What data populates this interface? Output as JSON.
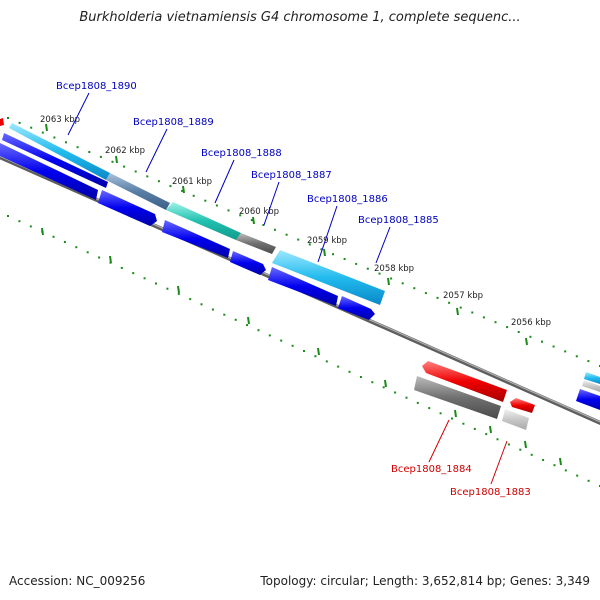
{
  "title": "Burkholderia vietnamiensis G4 chromosome 1, complete sequenc...",
  "footer": {
    "accession": "Accession: NC_009256",
    "summary": "Topology: circular; Length: 3,652,814 bp; Genes: 3,349"
  },
  "ticks": [
    {
      "label": "2063 kbp"
    },
    {
      "label": "2062 kbp"
    },
    {
      "label": "2061 kbp"
    },
    {
      "label": "2060 kbp"
    },
    {
      "label": "2059 kbp"
    },
    {
      "label": "2058 kbp"
    },
    {
      "label": "2057 kbp"
    },
    {
      "label": "2056 kbp"
    }
  ],
  "genes": [
    {
      "label": "Bcep1808_1890",
      "color": "#0000c0"
    },
    {
      "label": "Bcep1808_1889",
      "color": "#0000c0"
    },
    {
      "label": "Bcep1808_1888",
      "color": "#0000c0"
    },
    {
      "label": "Bcep1808_1887",
      "color": "#0000c0"
    },
    {
      "label": "Bcep1808_1886",
      "color": "#0000c0"
    },
    {
      "label": "Bcep1808_1885",
      "color": "#0000c0"
    },
    {
      "label": "Bcep1808_1884",
      "color": "#d00000"
    },
    {
      "label": "Bcep1808_1883",
      "color": "#d00000"
    }
  ],
  "colors": {
    "backbone": "#808080",
    "tick_dots": "#1a8a1a",
    "forward_cds": "#0000ee",
    "reverse_cds": "#ee0000",
    "gene_cyan": "#22bbee",
    "gene_steel": "#5a7fa6",
    "gene_teal": "#20c0b0",
    "gene_gray": "#707070",
    "gene_lightgray": "#c8c8c8"
  }
}
